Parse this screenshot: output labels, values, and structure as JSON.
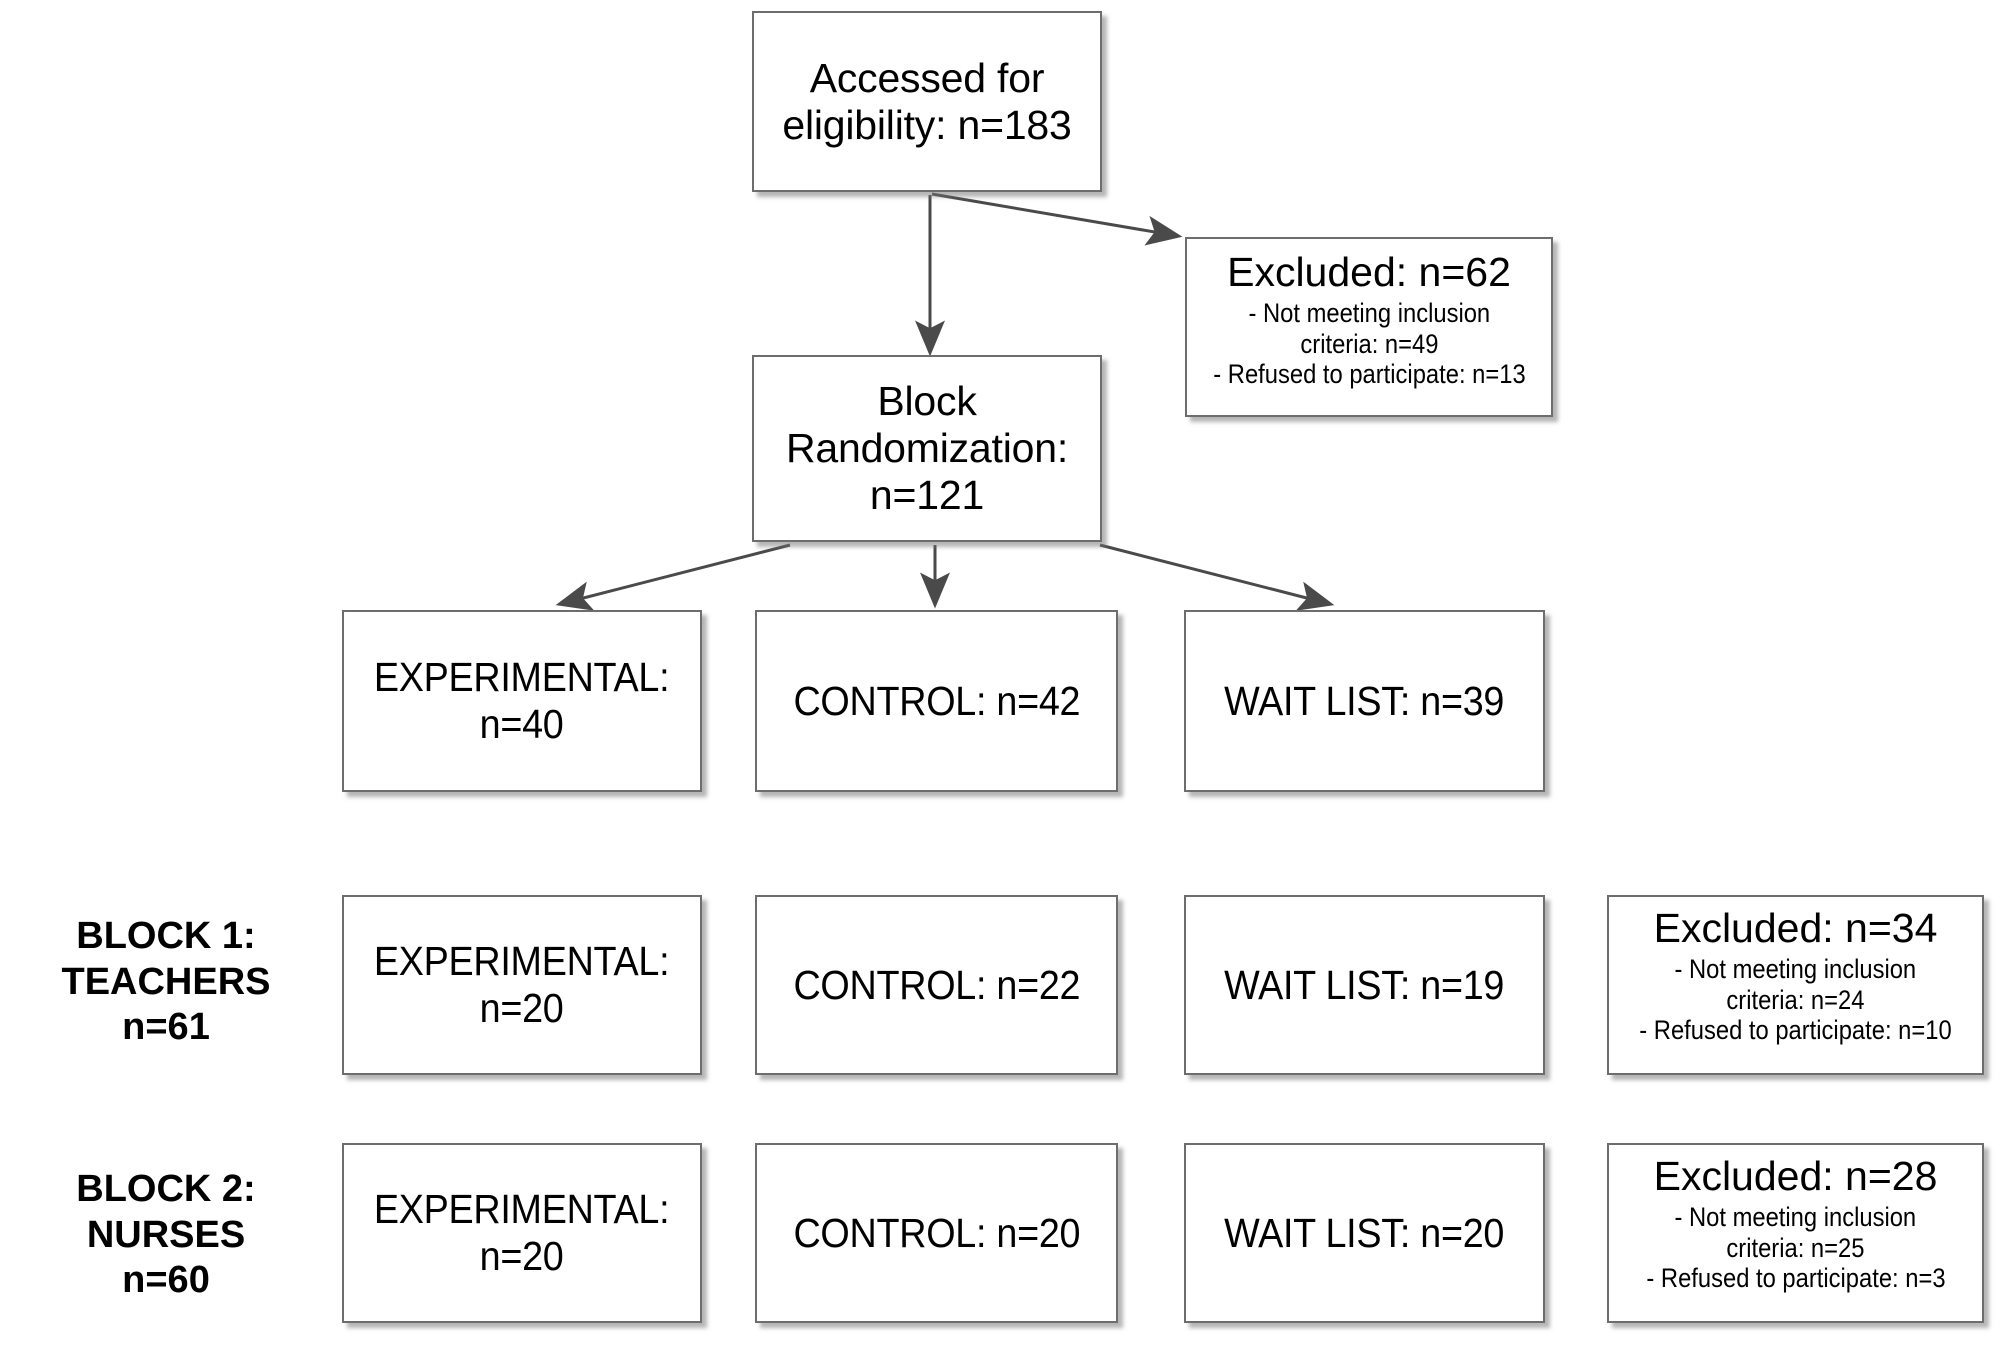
{
  "diagram": {
    "title": "CONSORT participant flow diagram",
    "type": "flowchart",
    "colors": {
      "box_border": "#6d6d6d",
      "box_fill": "#ffffff",
      "text": "#000000",
      "arrow": "#4a4a4a"
    }
  },
  "nodes": {
    "assessed": {
      "line1": "Accessed for",
      "line2": "eligibility: n=183"
    },
    "excluded_top": {
      "headline": "Excluded: n=62",
      "detail1": "- Not meeting inclusion",
      "detail2": "criteria: n=49",
      "detail3": "- Refused to participate: n=13"
    },
    "randomization": {
      "line1": "Block",
      "line2": "Randomization:",
      "line3": "n=121"
    },
    "overall_experimental": {
      "line1": "EXPERIMENTAL:",
      "line2": "n=40"
    },
    "overall_control": {
      "line1": "CONTROL: n=42"
    },
    "overall_waitlist": {
      "line1": "WAIT LIST: n=39"
    },
    "block1_label": {
      "line1": "BLOCK 1:",
      "line2": "TEACHERS",
      "line3": "n=61"
    },
    "block1_experimental": {
      "line1": "EXPERIMENTAL:",
      "line2": "n=20"
    },
    "block1_control": {
      "line1": "CONTROL: n=22"
    },
    "block1_waitlist": {
      "line1": "WAIT LIST: n=19"
    },
    "block1_excluded": {
      "headline": "Excluded: n=34",
      "detail1": "- Not meeting inclusion",
      "detail2": "criteria: n=24",
      "detail3": "- Refused to participate: n=10"
    },
    "block2_label": {
      "line1": "BLOCK 2:",
      "line2": "NURSES",
      "line3": "n=60"
    },
    "block2_experimental": {
      "line1": "EXPERIMENTAL:",
      "line2": "n=20"
    },
    "block2_control": {
      "line1": "CONTROL: n=20"
    },
    "block2_waitlist": {
      "line1": "WAIT LIST: n=20"
    },
    "block2_excluded": {
      "headline": "Excluded: n=28",
      "detail1": "- Not meeting inclusion",
      "detail2": "criteria: n=25",
      "detail3": "- Refused to participate: n=3"
    }
  },
  "chart_data": {
    "type": "diagram",
    "title": "Participant flow",
    "stages": [
      {
        "name": "Accessed for eligibility",
        "n": 183
      },
      {
        "name": "Excluded",
        "n": 62,
        "reasons": [
          {
            "label": "Not meeting inclusion criteria",
            "n": 49
          },
          {
            "label": "Refused to participate",
            "n": 13
          }
        ]
      },
      {
        "name": "Block Randomization",
        "n": 121
      },
      {
        "name": "EXPERIMENTAL",
        "n": 40
      },
      {
        "name": "CONTROL",
        "n": 42
      },
      {
        "name": "WAIT LIST",
        "n": 39
      }
    ],
    "blocks": [
      {
        "name": "BLOCK 1: TEACHERS",
        "n": 61,
        "arms": [
          {
            "name": "EXPERIMENTAL",
            "n": 20
          },
          {
            "name": "CONTROL",
            "n": 22
          },
          {
            "name": "WAIT LIST",
            "n": 19
          }
        ],
        "excluded": {
          "n": 34,
          "reasons": [
            {
              "label": "Not meeting inclusion criteria",
              "n": 24
            },
            {
              "label": "Refused to participate",
              "n": 10
            }
          ]
        }
      },
      {
        "name": "BLOCK 2: NURSES",
        "n": 60,
        "arms": [
          {
            "name": "EXPERIMENTAL",
            "n": 20
          },
          {
            "name": "CONTROL",
            "n": 20
          },
          {
            "name": "WAIT LIST",
            "n": 20
          }
        ],
        "excluded": {
          "n": 28,
          "reasons": [
            {
              "label": "Not meeting inclusion criteria",
              "n": 25
            },
            {
              "label": "Refused to participate",
              "n": 3
            }
          ]
        }
      }
    ]
  }
}
